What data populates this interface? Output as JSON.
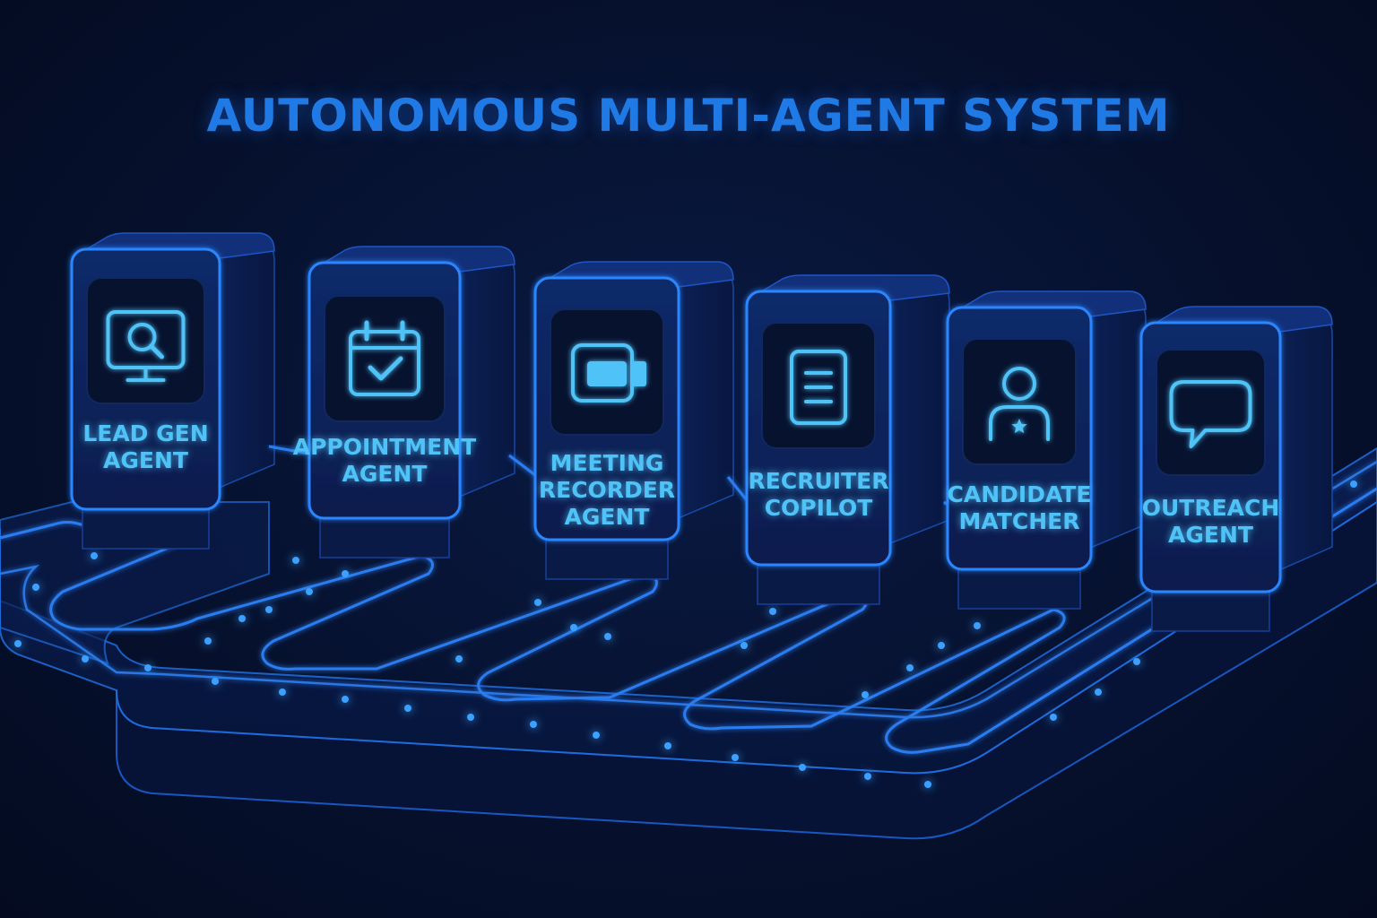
{
  "title": "AUTONOMOUS MULTI-AGENT SYSTEM",
  "colors": {
    "accent": "#1f7ae6",
    "glow": "#3aa0ff",
    "label": "#4fc3f7",
    "background": "#06112e"
  },
  "agents": [
    {
      "lines": [
        "LEAD GEN",
        "AGENT"
      ],
      "icon": "monitor-search-icon"
    },
    {
      "lines": [
        "APPOINTMENT",
        "AGENT"
      ],
      "icon": "calendar-check-icon"
    },
    {
      "lines": [
        "MEETING",
        "RECORDER",
        "AGENT"
      ],
      "icon": "video-camera-icon"
    },
    {
      "lines": [
        "RECRUITER",
        "COPILOT"
      ],
      "icon": "document-icon"
    },
    {
      "lines": [
        "CANDIDATE",
        "MATCHER"
      ],
      "icon": "user-star-icon"
    },
    {
      "lines": [
        "OUTREACH",
        "AGENT"
      ],
      "icon": "chat-bubble-icon"
    }
  ]
}
